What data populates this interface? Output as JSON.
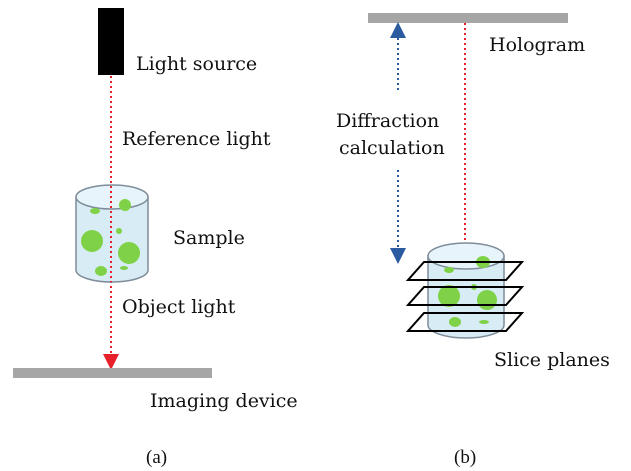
{
  "panel_a": {
    "labels": {
      "light_source": "Light source",
      "reference_light": "Reference light",
      "sample": "Sample",
      "object_light": "Object light",
      "imaging_device": "Imaging device"
    },
    "caption": "(a)"
  },
  "panel_b": {
    "labels": {
      "hologram": "Hologram",
      "diffraction_line1": "Diffraction",
      "diffraction_line2": "calculation",
      "slice_planes": "Slice planes"
    },
    "caption": "(b)"
  },
  "colors": {
    "light_source": "#000000",
    "bar": "#a6a6a6",
    "beam": "#e8202a",
    "arrow": "#2a5aa0",
    "cylinder_fill": "#d8ecf6",
    "cylinder_stroke": "#7f8c99",
    "particle": "#7fd247",
    "text": "#111111"
  }
}
